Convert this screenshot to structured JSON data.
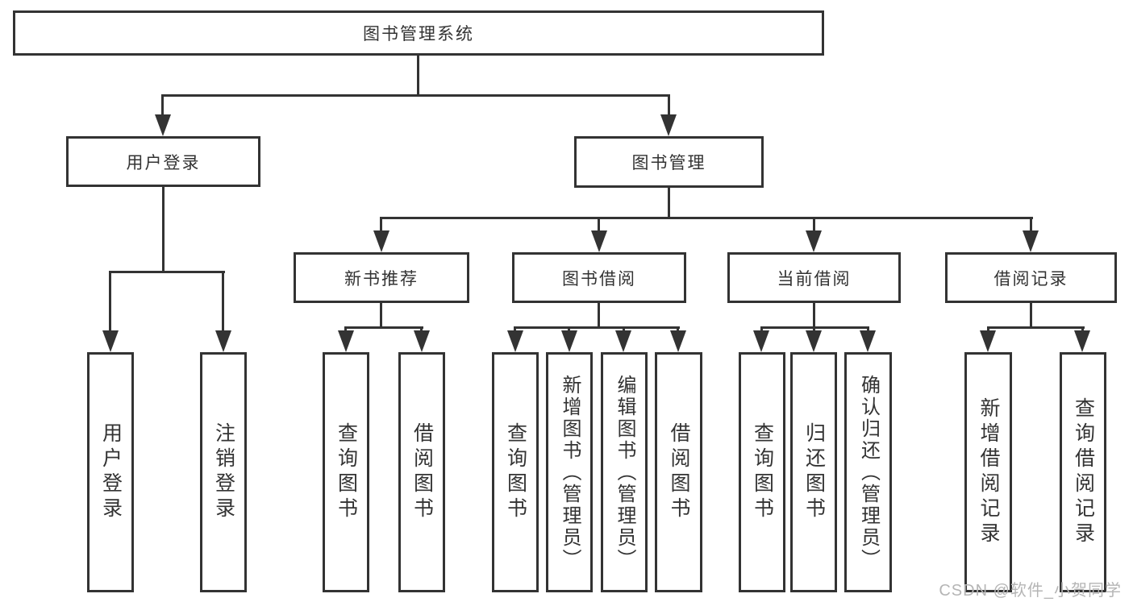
{
  "tree": {
    "root": {
      "label": "图书管理系统",
      "children": [
        {
          "label": "用户登录",
          "children": [
            {
              "label": "用户登录"
            },
            {
              "label": "注销登录"
            }
          ]
        },
        {
          "label": "图书管理",
          "children": [
            {
              "label": "新书推荐",
              "children": [
                {
                  "label": "查询图书"
                },
                {
                  "label": "借阅图书"
                }
              ]
            },
            {
              "label": "图书借阅",
              "children": [
                {
                  "label": "查询图书"
                },
                {
                  "label": "新增图书（管理员）"
                },
                {
                  "label": "编辑图书（管理员）"
                },
                {
                  "label": "借阅图书"
                }
              ]
            },
            {
              "label": "当前借阅",
              "children": [
                {
                  "label": "查询图书"
                },
                {
                  "label": "归还图书"
                },
                {
                  "label": "确认归还（管理员）"
                }
              ]
            },
            {
              "label": "借阅记录",
              "children": [
                {
                  "label": "新增借阅记录"
                },
                {
                  "label": "查询借阅记录"
                }
              ]
            }
          ]
        }
      ]
    }
  },
  "watermark": {
    "text": "CSDN @软件_小贺同学"
  },
  "colors": {
    "line": "#333333",
    "text": "#333333",
    "watermark": "#b5b5b5",
    "background": "#ffffff"
  }
}
